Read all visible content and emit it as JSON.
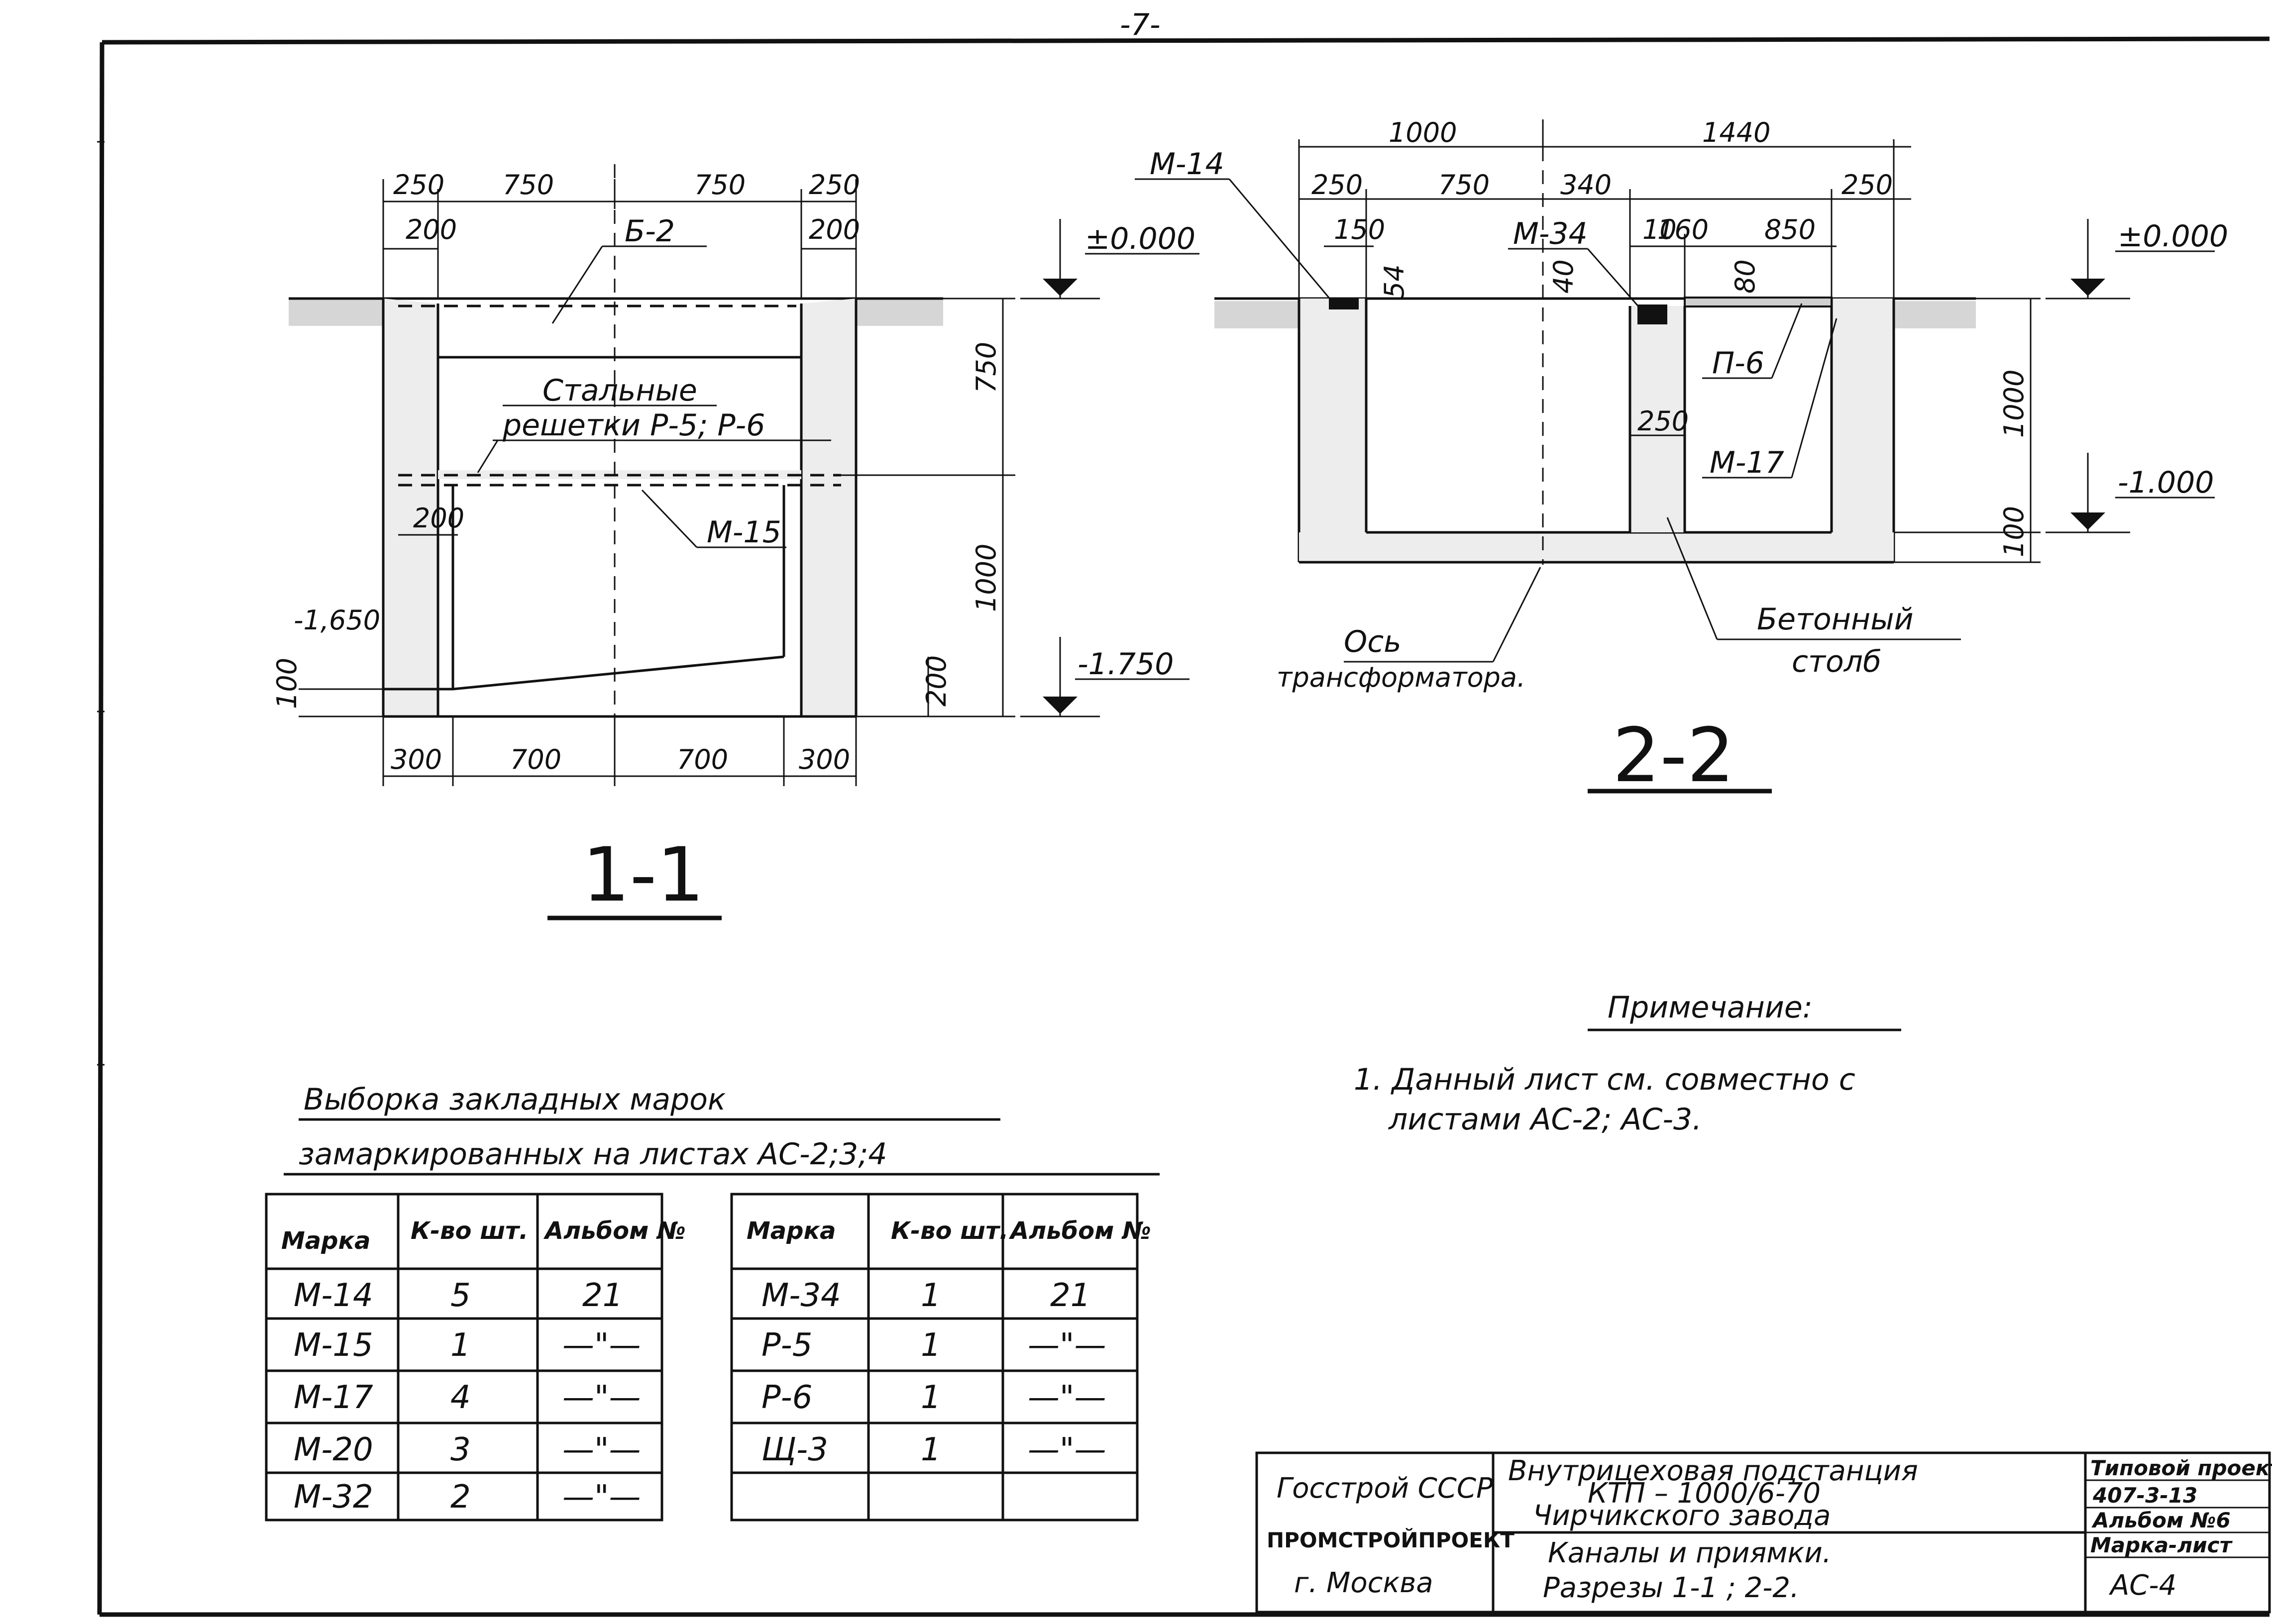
{
  "page_number": "-7-",
  "section_1": {
    "title": "1-1",
    "dims_top": [
      "250",
      "750",
      "750",
      "250"
    ],
    "dims_second": [
      "200",
      "200"
    ],
    "dims_bottom": [
      "300",
      "700",
      "700",
      "300"
    ],
    "dims_right": [
      "750",
      "1000"
    ],
    "dims_inner": [
      "200",
      "200",
      "100"
    ],
    "level_top": "±0.000",
    "level_bottom": "-1.750",
    "level_left": "-1,650",
    "labels": {
      "b2": "Б-2",
      "gratings_line1": "Стальные",
      "gratings_line2": "решетки Р-5; Р-6",
      "m15": "М-15"
    }
  },
  "section_2": {
    "title": "2-2",
    "dims_top": [
      "1000",
      "1440"
    ],
    "dims_second": [
      "250",
      "750",
      "340",
      "250"
    ],
    "dims_third": [
      "150",
      "10",
      "160",
      "850"
    ],
    "dims_small": [
      "54",
      "40",
      "80"
    ],
    "dims_right": [
      "1000",
      "100"
    ],
    "dim_250_column": "250",
    "level_top": "±0.000",
    "level_bottom": "-1.000",
    "labels": {
      "m14": "М-14",
      "m34": "М-34",
      "p6": "П-6",
      "m17": "М-17",
      "axis_line1": "Ось",
      "axis_line2": "трансформатора.",
      "pillar_line1": "Бетонный",
      "pillar_line2": "столб"
    }
  },
  "note": {
    "title": "Примечание:",
    "line1": "1. Данный лист см. совместно с",
    "line2": "листами АС-2; АС-3."
  },
  "table_title": {
    "line1": "Выборка закладных марок",
    "line2": "замаркированных на листах АС-2;3;4"
  },
  "table_left": {
    "headers": [
      "Марка",
      "К-во шт.",
      "Альбом №"
    ],
    "rows": [
      [
        "М-14",
        "5",
        "21"
      ],
      [
        "М-15",
        "1",
        "—\"—"
      ],
      [
        "М-17",
        "4",
        "—\"—"
      ],
      [
        "М-20",
        "3",
        "—\"—"
      ],
      [
        "М-32",
        "2",
        "—\"—"
      ]
    ]
  },
  "table_right": {
    "headers": [
      "Марка",
      "К-во шт.",
      "Альбом №"
    ],
    "rows": [
      [
        "М-34",
        "1",
        "21"
      ],
      [
        "Р-5",
        "1",
        "—\"—"
      ],
      [
        "Р-6",
        "1",
        "—\"—"
      ],
      [
        "Щ-3",
        "1",
        "—\"—"
      ],
      [
        "",
        "",
        ""
      ]
    ]
  },
  "title_block": {
    "org1": "Госстрой СССР",
    "org2": "ПРОМСТРОЙПРОЕКТ",
    "org3": "г. Москва",
    "title_line1": "Внутрицеховая подстанция",
    "title_line2": "КТП – 1000/6-70",
    "title_line3": "Чирчикского завода",
    "sheet_line1": "Каналы и приямки.",
    "sheet_line2": "Разрезы 1-1 ; 2-2.",
    "typical_project_label": "Типовой проект",
    "typical_project_value": "407-3-13",
    "album_label": "Альбом №6",
    "mark_sheet_label": "Марка-лист",
    "mark_sheet_value": "АС-4"
  }
}
